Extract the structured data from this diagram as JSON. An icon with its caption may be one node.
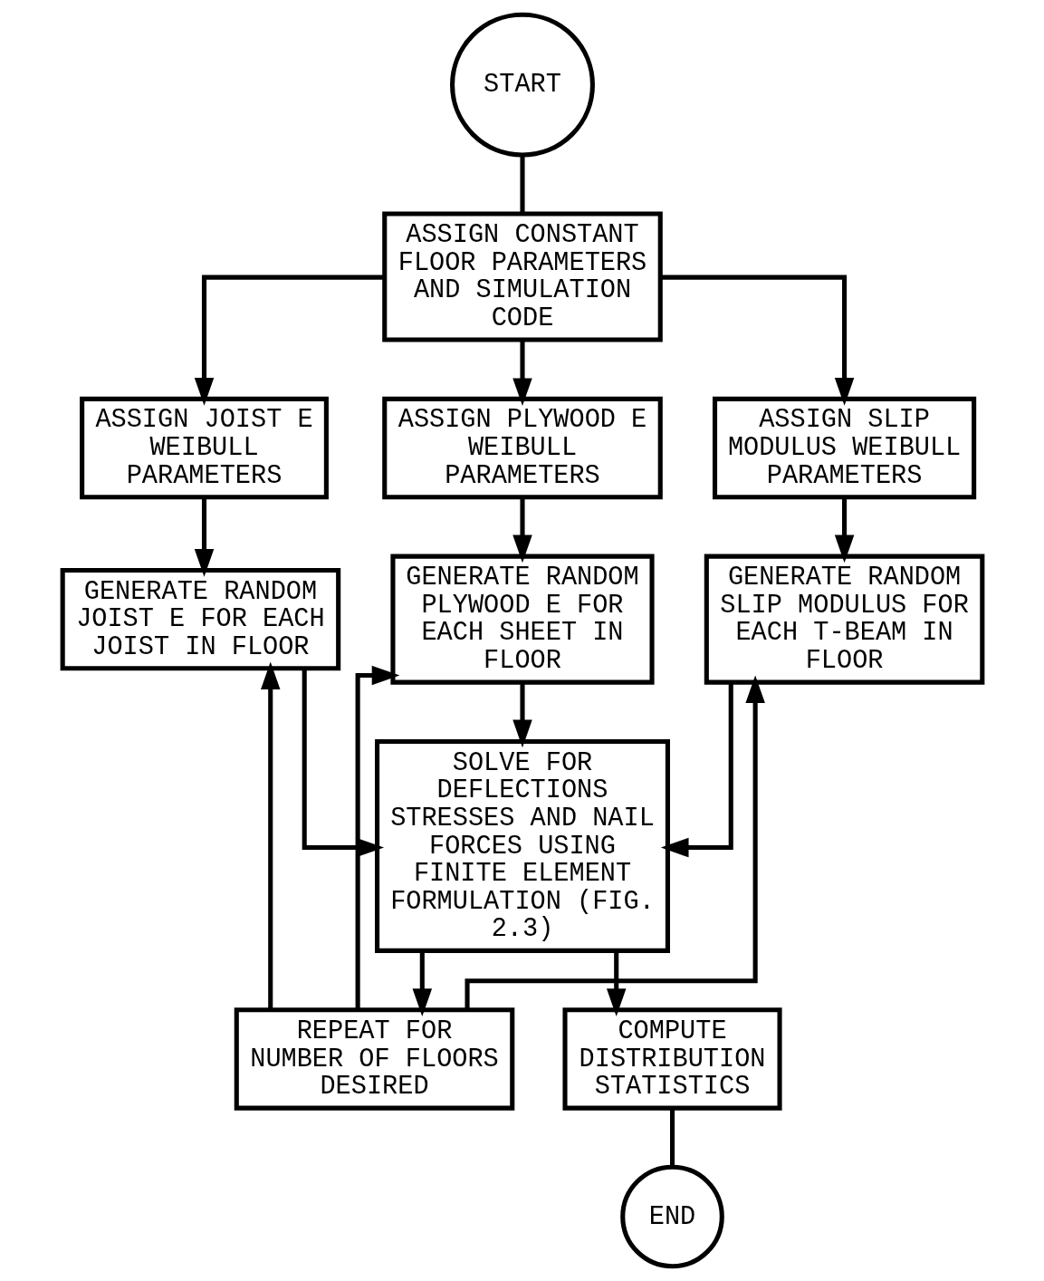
{
  "diagram": {
    "nodes": [
      {
        "text": [
          "START"
        ]
      },
      {
        "text": [
          "ASSIGN CONSTANT FLOOR PARAMETERS AND SIMULATION CODE"
        ]
      },
      {
        "text": [
          "ASSIGN JOIST E WEIBULL PARAMETERS"
        ]
      },
      {
        "text": [
          "ASSIGN PLYWOOD E WEIBULL PARAMETERS"
        ]
      },
      {
        "text": [
          "ASSIGN SLIP MODULUS WEIBULL PARAMETERS"
        ]
      },
      {
        "text": [
          "GENERATE RANDOM JOIST E FOR EACH JOIST IN FLOOR"
        ]
      },
      {
        "text": [
          "GENERATE RANDOM PLYWOOD E FOR EACH SHEET IN FLOOR"
        ]
      },
      {
        "text": [
          "GENERATE RANDOM SLIP MODULUS FOR EACH T-BEAM IN FLOOR"
        ]
      },
      {
        "text": [
          "SOLVE FOR DEFLECTIONS STRESSES AND NAIL FORCES USING FINITE ELEMENT FORMULATION (FIG. 2.3)"
        ]
      },
      {
        "text": [
          "REPEAT FOR NUMBER OF FLOORS DESIRED"
        ]
      },
      {
        "text": [
          "COMPUTE DISTRIBUTION STATISTICS"
        ]
      },
      {
        "text": [
          "END"
        ]
      }
    ],
    "edges": [
      {
        "from": 0,
        "to": 1,
        "arrow": "none"
      },
      {
        "from": 1,
        "to": 2,
        "arrow": "to"
      },
      {
        "from": 1,
        "to": 3,
        "arrow": "to"
      },
      {
        "from": 1,
        "to": 4,
        "arrow": "to"
      },
      {
        "from": 2,
        "to": 5,
        "arrow": "to"
      },
      {
        "from": 3,
        "to": 6,
        "arrow": "to"
      },
      {
        "from": 4,
        "to": 7,
        "arrow": "to"
      },
      {
        "from": 5,
        "to": 8,
        "arrow": "to"
      },
      {
        "from": 6,
        "to": 8,
        "arrow": "to"
      },
      {
        "from": 7,
        "to": 8,
        "arrow": "to"
      },
      {
        "from": 8,
        "to": 10,
        "arrow": "to"
      },
      {
        "from": 8,
        "to": 9,
        "arrow": "to"
      },
      {
        "from": 9,
        "to": 5,
        "arrow": "to"
      },
      {
        "from": 9,
        "to": 6,
        "arrow": "to"
      },
      {
        "from": 9,
        "to": 7,
        "arrow": "to"
      },
      {
        "from": 10,
        "to": 11,
        "arrow": "none"
      }
    ]
  }
}
